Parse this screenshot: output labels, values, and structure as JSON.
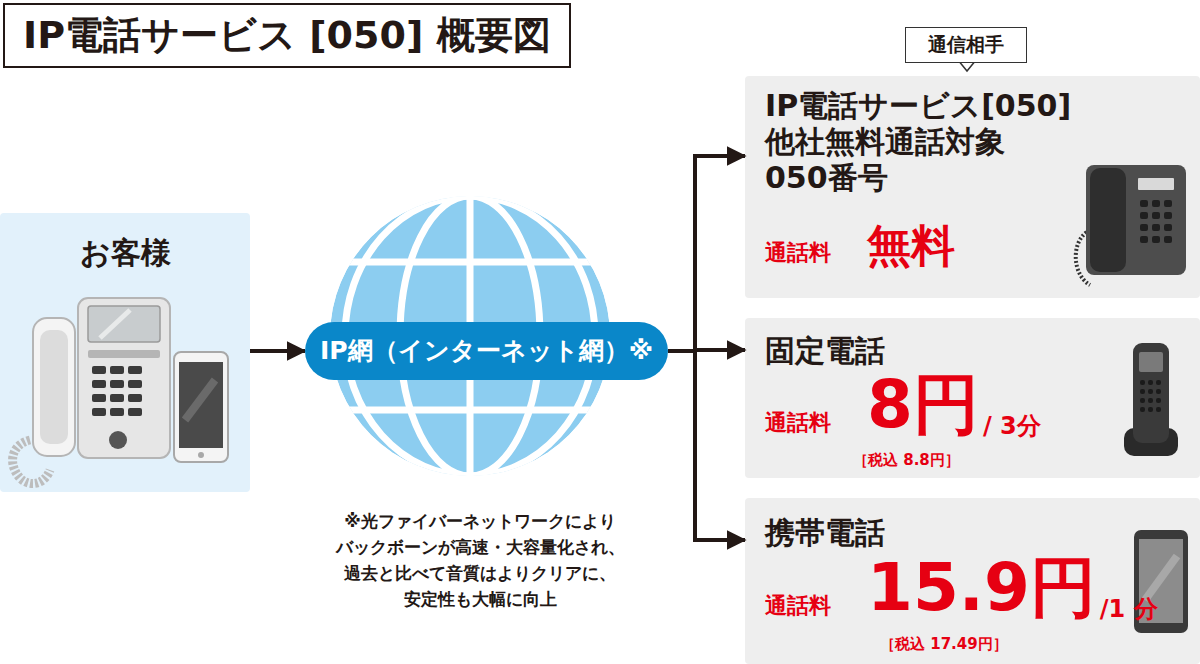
{
  "diagram": {
    "title": "IP電話サービス [050] 概要図",
    "nodes": [
      {
        "text": [
          "お客様"
        ]
      },
      {
        "text": [
          "IP網（インターネット網）※"
        ]
      },
      {
        "text": [
          "通信相手"
        ]
      },
      {
        "text": [
          "IP電話サービス[050] 他社無料通話対象 050番号",
          "通話料",
          "無料"
        ]
      },
      {
        "text": [
          "固定電話",
          "通話料",
          "8円",
          "/ 3分",
          "［税込 8.8円］"
        ]
      },
      {
        "text": [
          "携帯電話",
          "通話料",
          "15.9円",
          "/1 分",
          "［税込 17.49円］"
        ]
      }
    ],
    "edges": [
      {
        "from": 0,
        "to": 1,
        "arrow": "to"
      },
      {
        "from": 1,
        "to": 3,
        "arrow": "to"
      },
      {
        "from": 1,
        "to": 4,
        "arrow": "to"
      },
      {
        "from": 1,
        "to": 5,
        "arrow": "to"
      }
    ],
    "labels": [
      "※光ファイバーネットワークにより バックボーンが高速・大容量化され、 過去と比べて音質はよりクリアに、 安定性も大幅に向上"
    ]
  }
}
